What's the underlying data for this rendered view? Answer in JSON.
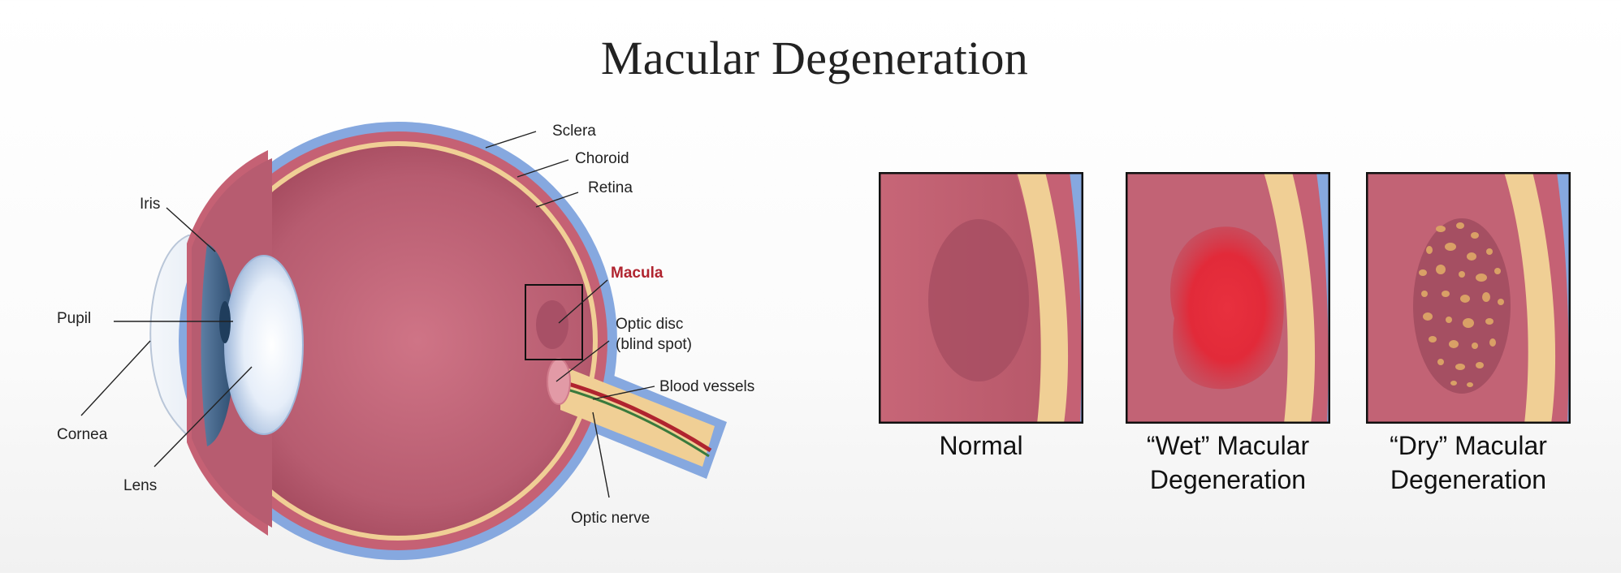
{
  "title": "Macular Degeneration",
  "eye_labels": {
    "sclera": "Sclera",
    "choroid": "Choroid",
    "retina": "Retina",
    "iris": "Iris",
    "macula": "Macula",
    "optic_disc_line1": "Optic disc",
    "optic_disc_line2": "(blind spot)",
    "pupil": "Pupil",
    "blood_vessels": "Blood vessels",
    "cornea": "Cornea",
    "lens": "Lens",
    "optic_nerve": "Optic nerve"
  },
  "panels": [
    {
      "caption_line1": "Normal",
      "caption_line2": ""
    },
    {
      "caption_line1": "“Wet” Macular",
      "caption_line2": "Degeneration"
    },
    {
      "caption_line1": "“Dry” Macular",
      "caption_line2": "Degeneration"
    }
  ],
  "colors": {
    "sclera": "#86a8df",
    "choroid": "#c56174",
    "retina": "#f0cf95",
    "vitreous": "#b85a70",
    "macula_highlight": "#b0242f",
    "wet_lesion": "#e02a39",
    "dry_spots": "#d9a066"
  }
}
